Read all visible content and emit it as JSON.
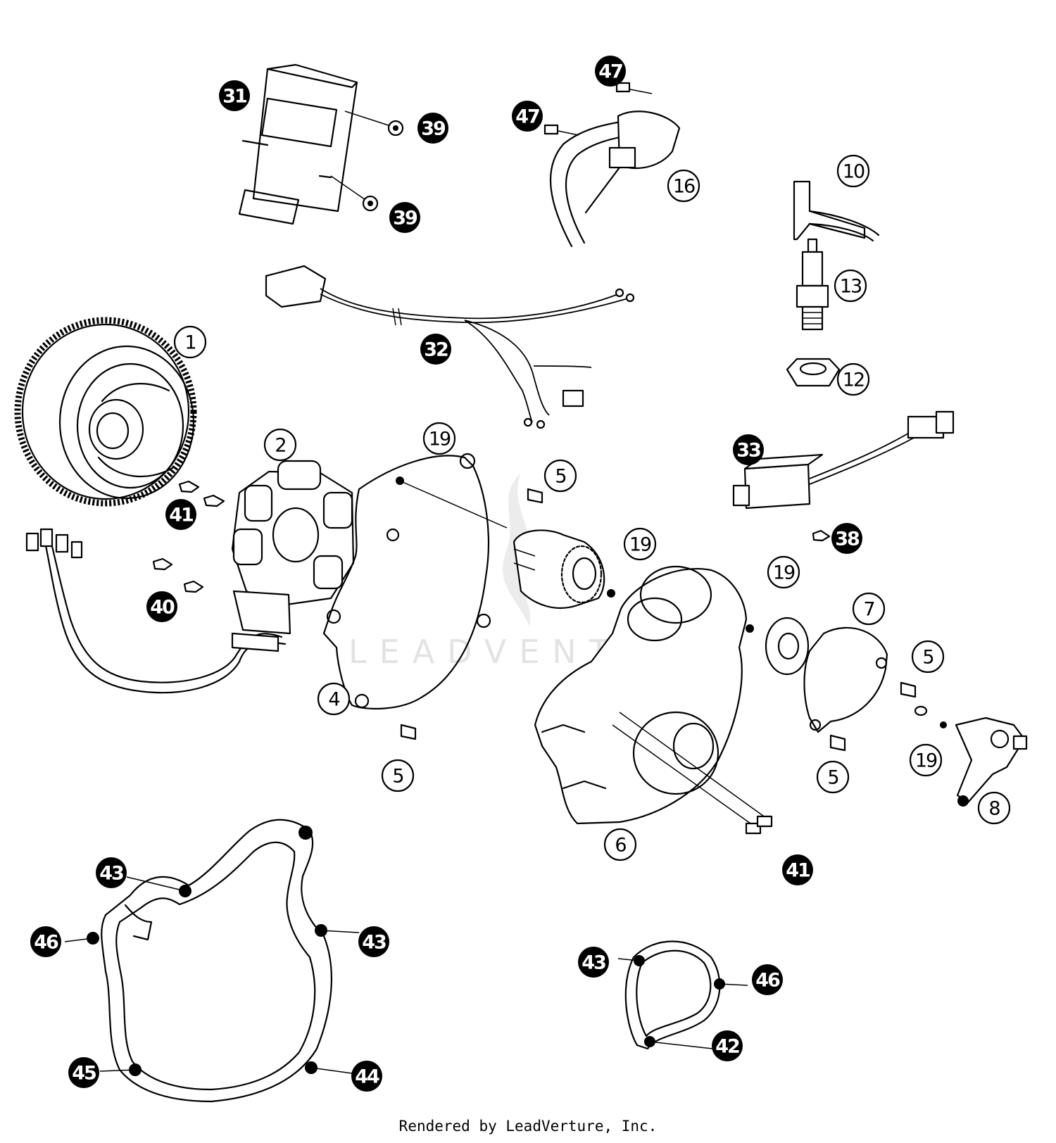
{
  "footer": {
    "credit": "Rendered by LeadVerture, Inc."
  },
  "watermark": {
    "text": "LEADVENTURE"
  },
  "callouts": [
    {
      "label": "1"
    },
    {
      "label": "2"
    },
    {
      "label": "4"
    },
    {
      "label": "5"
    },
    {
      "label": "5"
    },
    {
      "label": "5"
    },
    {
      "label": "5"
    },
    {
      "label": "6"
    },
    {
      "label": "7"
    },
    {
      "label": "8"
    },
    {
      "label": "10"
    },
    {
      "label": "12"
    },
    {
      "label": "13"
    },
    {
      "label": "16"
    },
    {
      "label": "19"
    },
    {
      "label": "19"
    },
    {
      "label": "19"
    },
    {
      "label": "19"
    },
    {
      "label": "31"
    },
    {
      "label": "32"
    },
    {
      "label": "33"
    },
    {
      "label": "38"
    },
    {
      "label": "39"
    },
    {
      "label": "39"
    },
    {
      "label": "40"
    },
    {
      "label": "41"
    },
    {
      "label": "41"
    },
    {
      "label": "47"
    },
    {
      "label": "47"
    },
    {
      "label": "43"
    },
    {
      "label": "43"
    },
    {
      "label": "46"
    },
    {
      "label": "45"
    },
    {
      "label": "44"
    },
    {
      "label": "43"
    },
    {
      "label": "46"
    },
    {
      "label": "42"
    }
  ]
}
